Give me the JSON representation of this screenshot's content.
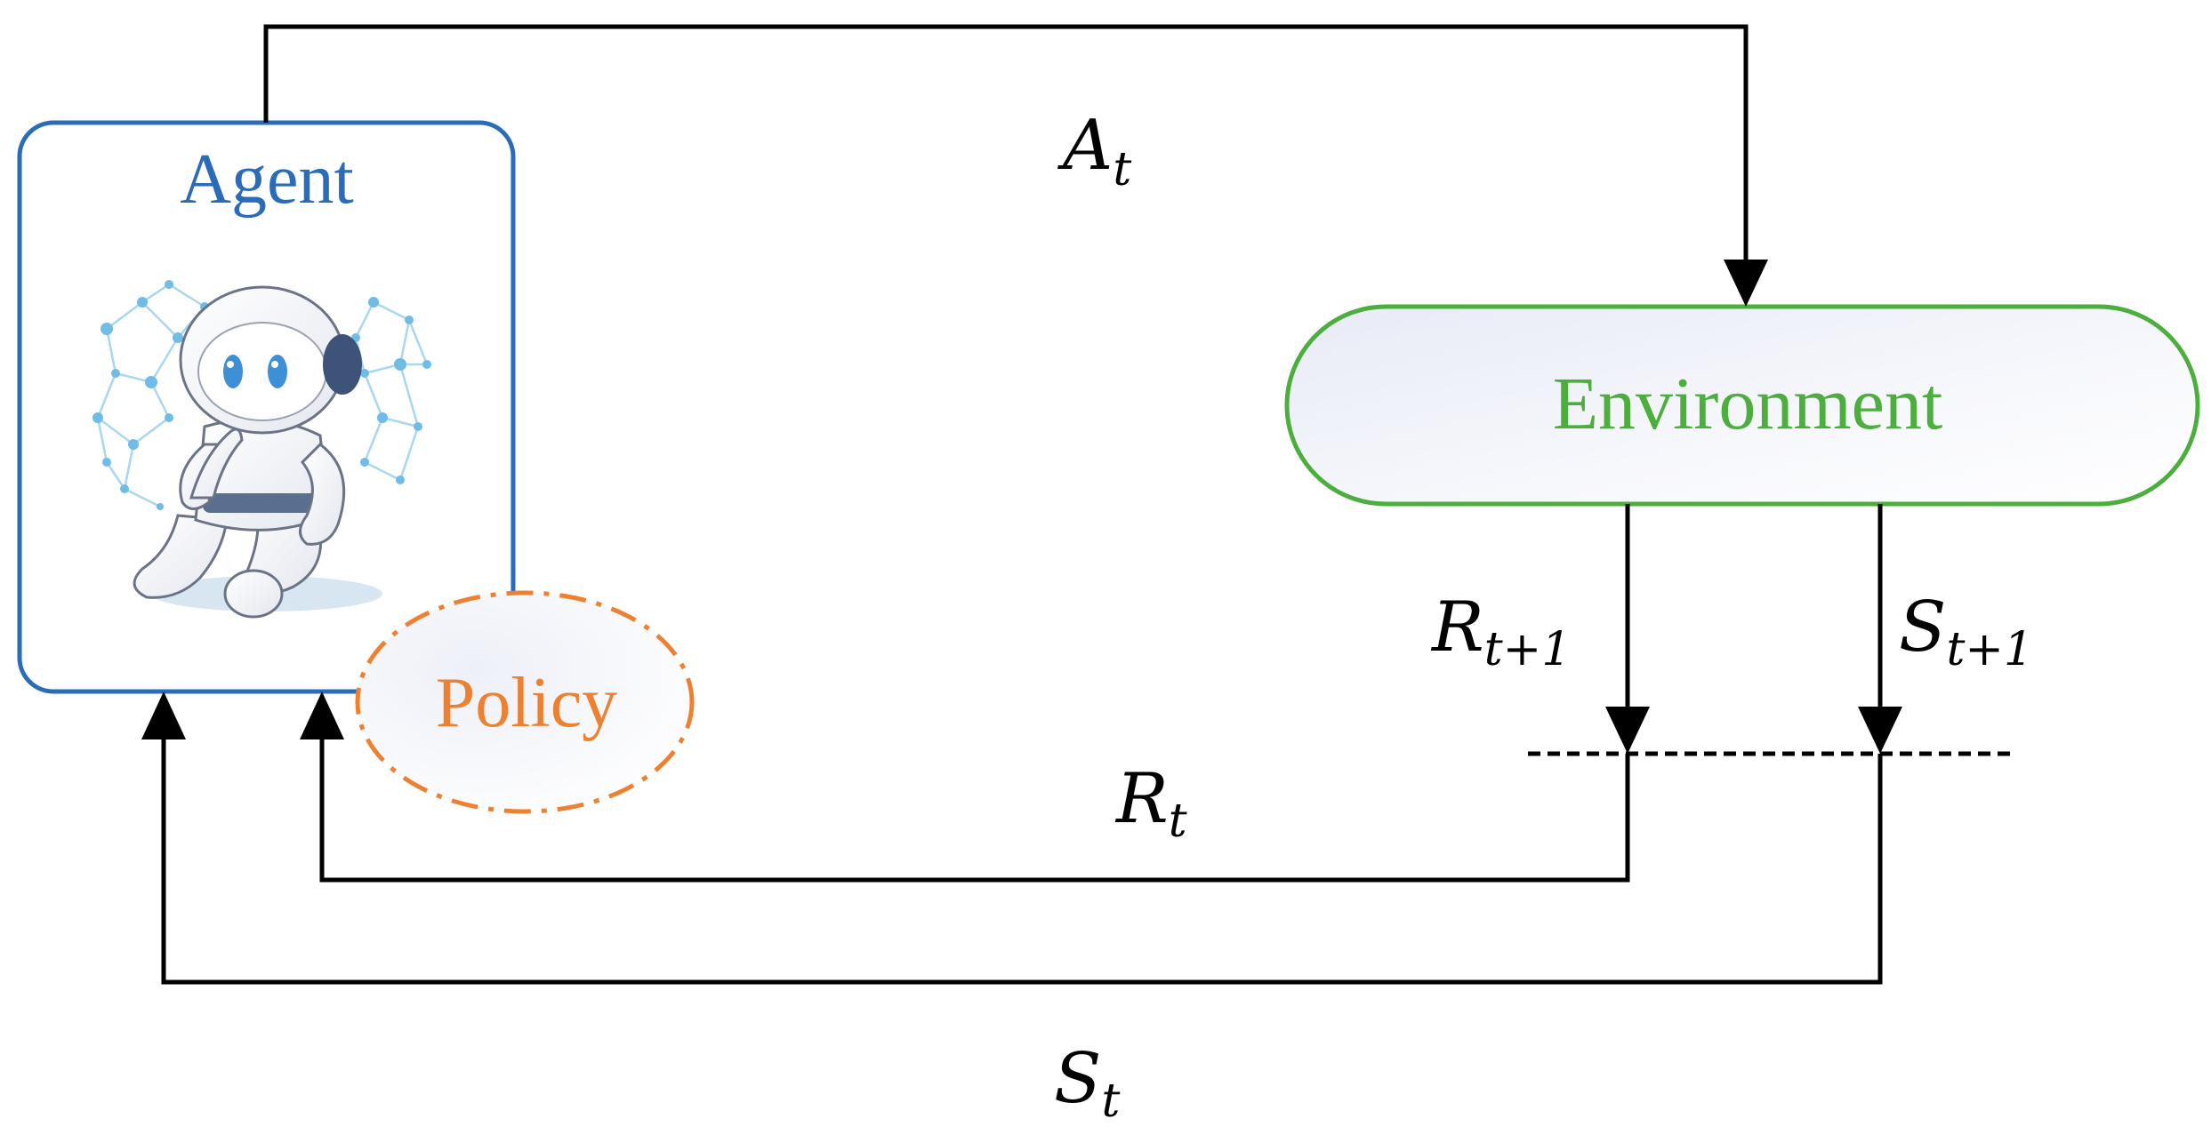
{
  "agent": {
    "label": "Agent",
    "color": "#2b6cb8"
  },
  "environment": {
    "label": "Environment",
    "color": "#4cae3c"
  },
  "policy": {
    "label": "Policy",
    "color": "#ee8131"
  },
  "arrows": {
    "action": {
      "main": "A",
      "sub": "t"
    },
    "reward_current": {
      "main": "R",
      "sub": "t"
    },
    "state_current": {
      "main": "S",
      "sub": "t"
    },
    "reward_next": {
      "main": "R",
      "sub": "t+1"
    },
    "state_next": {
      "main": "S",
      "sub": "t+1"
    }
  },
  "agent_illustration": "robot-icon"
}
